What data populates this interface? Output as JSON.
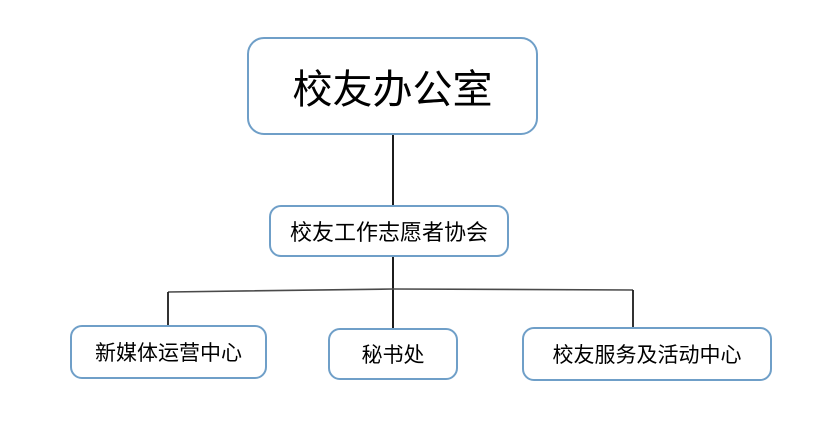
{
  "diagram": {
    "type": "org-chart",
    "background_color": "#ffffff",
    "box_border_color": "#6f9fc8",
    "connector_color": "#2f2f2f",
    "text_color": "#000000",
    "nodes": {
      "root": {
        "label": "校友办公室",
        "level": 1
      },
      "level2": {
        "label": "校友工作志愿者协会",
        "level": 2,
        "parent": "校友办公室"
      },
      "children": [
        {
          "label": "新媒体运营中心",
          "level": 3,
          "parent": "校友工作志愿者协会"
        },
        {
          "label": "秘书处",
          "level": 3,
          "parent": "校友工作志愿者协会"
        },
        {
          "label": "校友服务及活动中心",
          "level": 3,
          "parent": "校友工作志愿者协会"
        }
      ]
    }
  }
}
